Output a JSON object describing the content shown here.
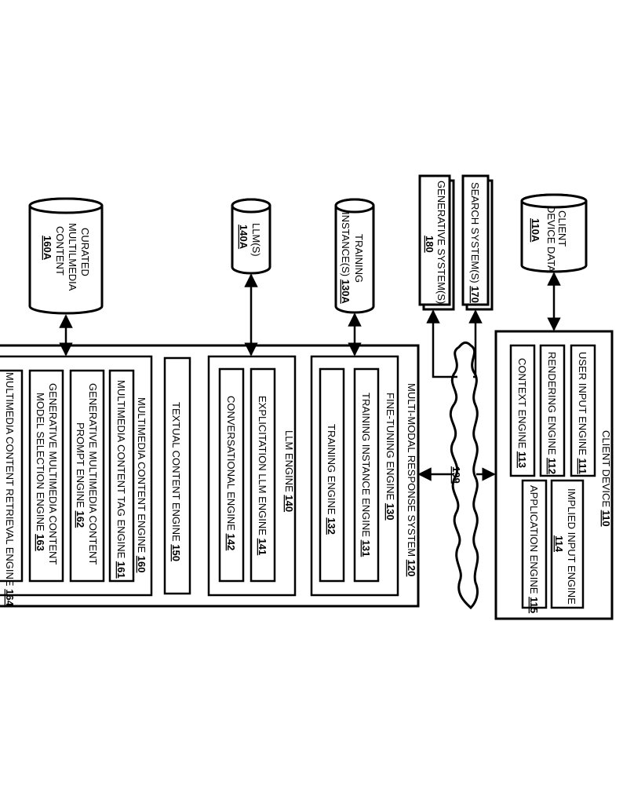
{
  "client_device": {
    "label": "CLIENT DEVICE",
    "ref": "110"
  },
  "user_input_engine": {
    "label": "USER INPUT ENGINE",
    "ref": "111"
  },
  "rendering_engine": {
    "label": "RENDERING ENGINE",
    "ref": "112"
  },
  "context_engine": {
    "label": "CONTEXT ENGINE",
    "ref": "113"
  },
  "implied_input_engine": {
    "label_1": "IMPLIED INPUT ENGINE",
    "ref": "114"
  },
  "application_engine": {
    "label": "APPLICATION ENGINE",
    "ref": "115"
  },
  "client_device_data": {
    "label_1": "CLIENT",
    "label_2": "DEVICE DATA",
    "ref": "110A"
  },
  "search_systems": {
    "label": "SEARCH SYSTEM(S)",
    "ref": "170"
  },
  "generative_systems": {
    "label": "GENERATIVE  SYSTEM(S)",
    "ref": "180"
  },
  "network": {
    "ref": "199"
  },
  "multimodal_system": {
    "label": "MULTI-MODAL RESPONSE SYSTEM",
    "ref": "120"
  },
  "finetuning_engine": {
    "label": "FINE-TUNING ENGINE",
    "ref": "130"
  },
  "training_instance_engine": {
    "label": "TRAINING INSTANCE ENGINE",
    "ref": "131"
  },
  "training_engine": {
    "label": "TRAINING ENGINE",
    "ref": "132"
  },
  "training_instances": {
    "label_1": "TRAINING",
    "label_2": "INSTANCE(S)",
    "ref": "130A"
  },
  "llm_engine": {
    "label": "LLM ENGINE",
    "ref": "140"
  },
  "explicitation_llm_engine": {
    "label": "EXPLICITATION LLM ENGINE",
    "ref": "141"
  },
  "conversational_engine": {
    "label": "CONVERSATIONAL ENGINE",
    "ref": "142"
  },
  "llms": {
    "label": "LLM(S)",
    "ref": "140A"
  },
  "textual_content_engine": {
    "label": "TEXTUAL CONTENT ENGINE",
    "ref": "150"
  },
  "multimedia_content_engine": {
    "label": "MULTIMEDIA CONTENT ENGINE",
    "ref": "160"
  },
  "multimedia_tag_engine": {
    "label": "MULTIMEDIA CONTENT TAG ENGINE",
    "ref": "161"
  },
  "prompt_engine": {
    "label_1": "GENERATIVE MULTIMEDIA CONTENT",
    "label_2": "PROMPT ENGINE",
    "ref": "162"
  },
  "model_selection_engine": {
    "label_1": "GENERATIVE MULTIMEDIA CONTENT",
    "label_2": "MODEL SELECTION ENGINE",
    "ref": "163"
  },
  "retrieval_engine": {
    "label": "MULTIMEDIA CONTENT RETRIEVAL ENGINE",
    "ref": "164"
  },
  "curated_multimedia": {
    "label_1": "CURATED",
    "label_2": "MULTILMEDIA",
    "label_3": "CONTENT",
    "ref": "160A"
  }
}
